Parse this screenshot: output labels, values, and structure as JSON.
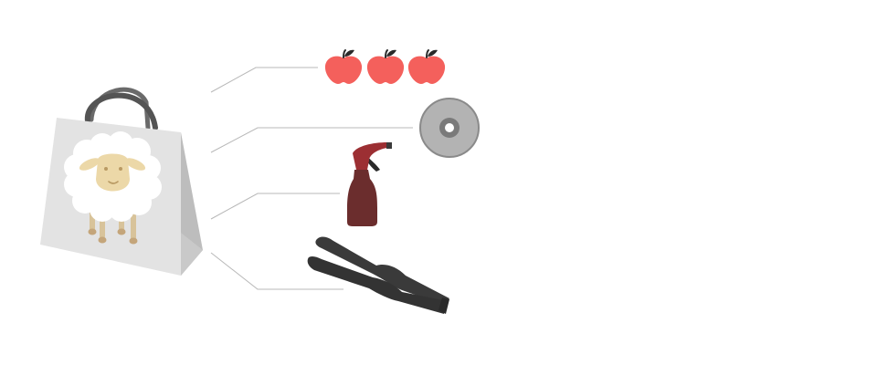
{
  "scene": {
    "bag": {
      "icon": "shopping-bag-with-sheep-icon",
      "colors": {
        "bag_front": "#e3e3e3",
        "bag_side": "#bdbdbd",
        "handle": "#545454",
        "wool": "#ffffff",
        "sheep_face": "#ecd8a8",
        "sheep_legs": "#d8c39a",
        "hooves": "#c4a57a"
      }
    },
    "items": [
      {
        "id": "apples",
        "icon": "apple-icon",
        "count": 3,
        "colors": {
          "fruit": "#f4605c",
          "leaf": "#2a2a2a"
        }
      },
      {
        "id": "disc",
        "icon": "cd-disc-icon",
        "colors": {
          "disc": "#b3b3b3",
          "ring": "#7a7a7a",
          "hole": "#ffffff"
        }
      },
      {
        "id": "spray-bottle",
        "icon": "spray-bottle-icon",
        "colors": {
          "bottle": "#6b2d2d",
          "head": "#9c2f33",
          "trigger": "#2a2a2a"
        }
      },
      {
        "id": "hair-straightener",
        "icon": "hair-straightener-icon",
        "colors": {
          "body": "#3a3a3a"
        }
      }
    ],
    "connector_color": "#b8b8b8"
  }
}
